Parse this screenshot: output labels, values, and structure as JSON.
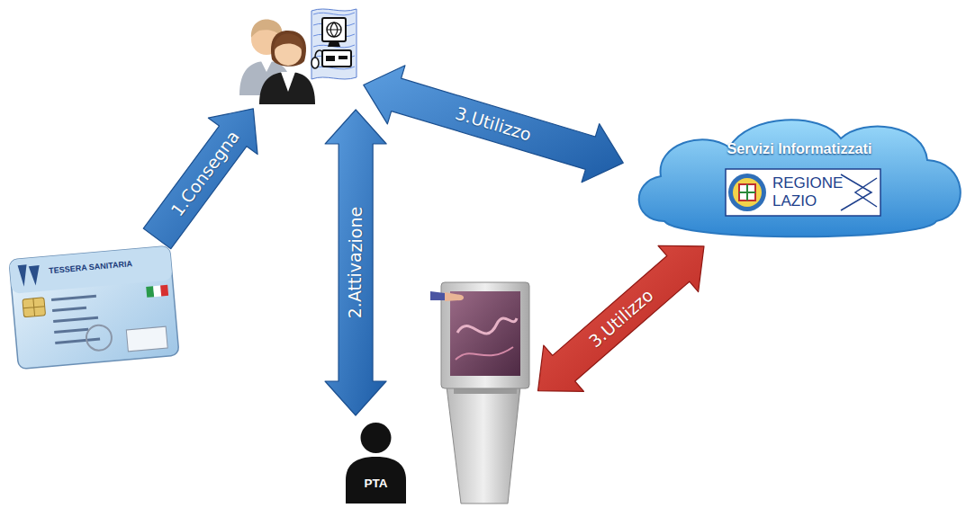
{
  "diagram": {
    "nodes": [
      {
        "text": []
      },
      {
        "text": [
          "Servizi Informatizzati",
          "REGIONE LAZIO"
        ]
      },
      {
        "text": [
          "TESSERA SANITARIA"
        ]
      },
      {
        "text": []
      },
      {
        "text": [
          "PTA"
        ]
      }
    ],
    "edges": [
      {
        "from": 2,
        "to": 0,
        "arrow": "to",
        "label": "1.Consegna"
      },
      {
        "from": 0,
        "to": 4,
        "arrow": "both",
        "label": "2.Attivazione"
      },
      {
        "from": 0,
        "to": 1,
        "arrow": "both",
        "label": "3.Utilizzo"
      },
      {
        "from": 3,
        "to": 1,
        "arrow": "both",
        "label": "3.Utilizzo"
      }
    ]
  }
}
